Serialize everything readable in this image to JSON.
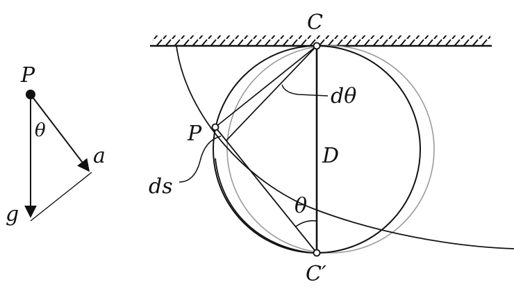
{
  "labels": {
    "C": "C",
    "C_prime": "C′",
    "P_large": "P",
    "P_small": "P",
    "d_theta": "dθ",
    "D": "D",
    "ds": "ds",
    "theta_large": "θ",
    "theta_small": "θ",
    "a": "a",
    "g": "g"
  },
  "colors": {
    "ink": "#111111",
    "gray_circle": "#9a9a9a",
    "background": "#ffffff"
  }
}
